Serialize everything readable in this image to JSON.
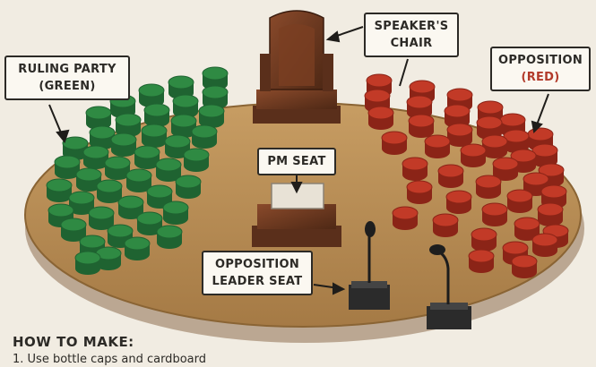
{
  "labels": {
    "speaker": {
      "line1": "SPEAKER'S",
      "line2": "CHAIR"
    },
    "ruling": {
      "line1": "RULING PARTY",
      "line2": "(GREEN)"
    },
    "opposition": {
      "line1": "OPPOSITION",
      "line2": "(RED)"
    },
    "pm": {
      "line1": "PM SEAT"
    },
    "leader": {
      "line1": "OPPOSITION",
      "line2": "LEADER SEAT"
    }
  },
  "instructions": {
    "title": "HOW TO MAKE:",
    "step1": "1. Use bottle caps and cardboard"
  },
  "colors": {
    "table": "#b58b53",
    "green_cap": "#2f8a43",
    "red_cap": "#c23a27",
    "wood": "#6b3a22",
    "opposition_label": "#b23a2a"
  },
  "icons": [
    "speaker-chair-icon",
    "pm-seat-icon",
    "microphone-icon"
  ]
}
